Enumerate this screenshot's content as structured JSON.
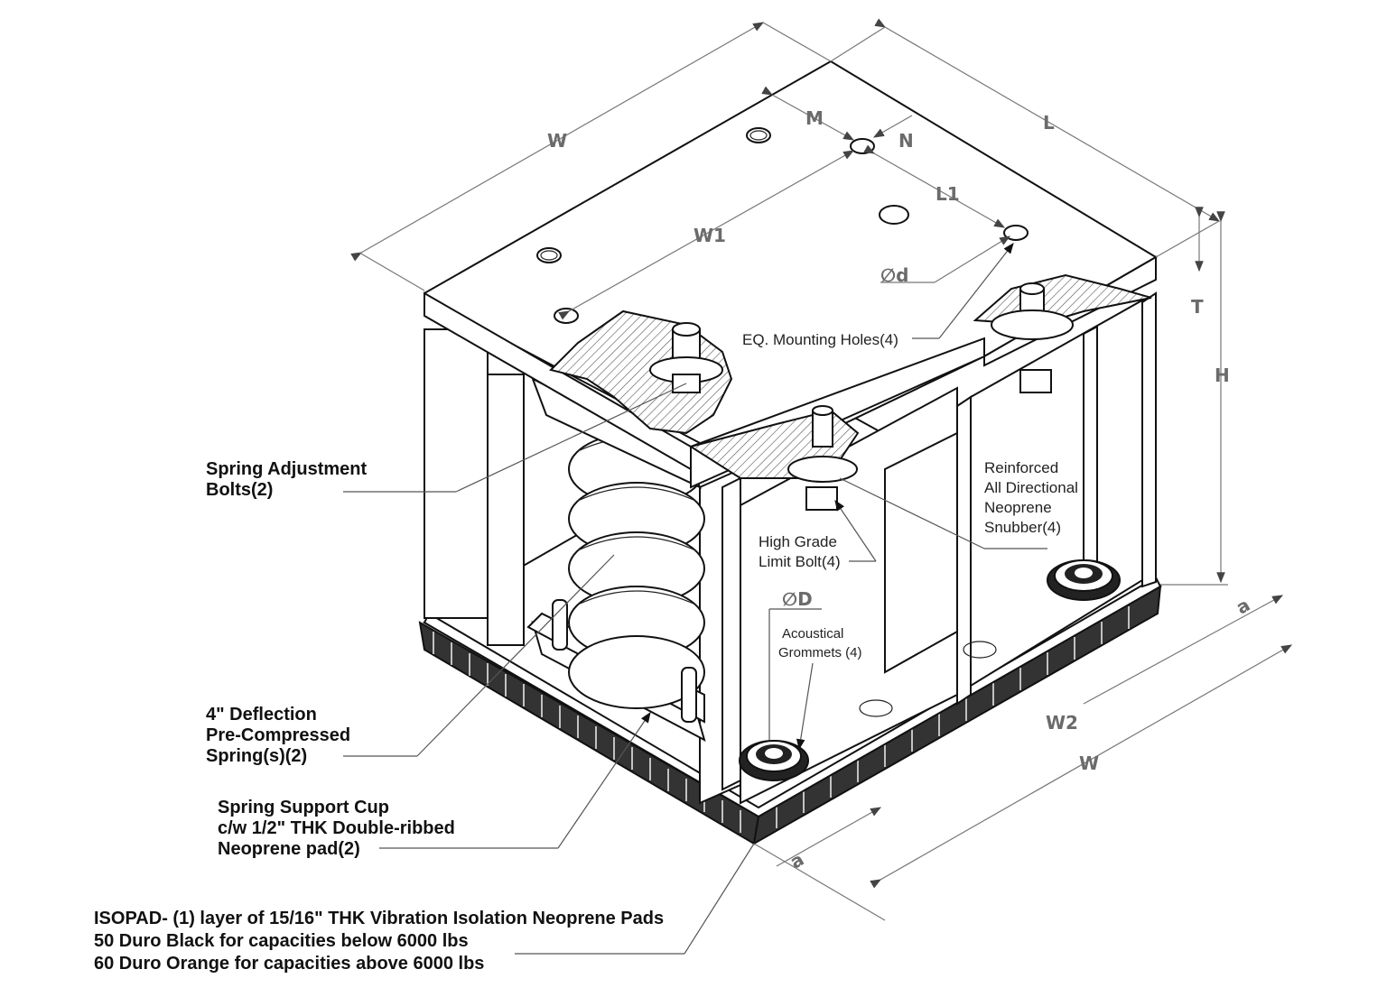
{
  "dimensions": {
    "W_top": "W",
    "L": "L",
    "M": "M",
    "N": "N",
    "L1": "L1",
    "W1": "W1",
    "d": "∅d",
    "T": "T",
    "H": "H",
    "D": "∅D",
    "W2": "W2",
    "W_bottom": "W",
    "a_right": "a",
    "a_left": "a"
  },
  "callouts": {
    "mounting_holes": "EQ. Mounting Holes(4)",
    "snubber": [
      "Reinforced",
      "All Directional",
      "Neoprene",
      "Snubber(4)"
    ],
    "limit_bolt": [
      "High Grade",
      "Limit Bolt(4)"
    ],
    "grommets": [
      "Acoustical",
      "Grommets (4)"
    ]
  },
  "notes": {
    "adjustment_bolts": [
      "Spring Adjustment",
      "Bolts(2)"
    ],
    "spring": [
      "4\" Deflection",
      "Pre-Compressed",
      "Spring(s)(2)"
    ],
    "support_cup": [
      "Spring Support Cup",
      "c/w 1/2\" THK Double-ribbed",
      "Neoprene pad(2)"
    ],
    "isopad": [
      "ISOPAD- (1) layer of  15/16\" THK Vibration Isolation Neoprene Pads",
      "50 Duro Black for capacities below 6000 lbs",
      "60 Duro Orange for capacities above 6000 lbs"
    ]
  },
  "colors": {
    "line": "#111111",
    "dimension": "#6b6b6b",
    "leader": "#555555"
  }
}
